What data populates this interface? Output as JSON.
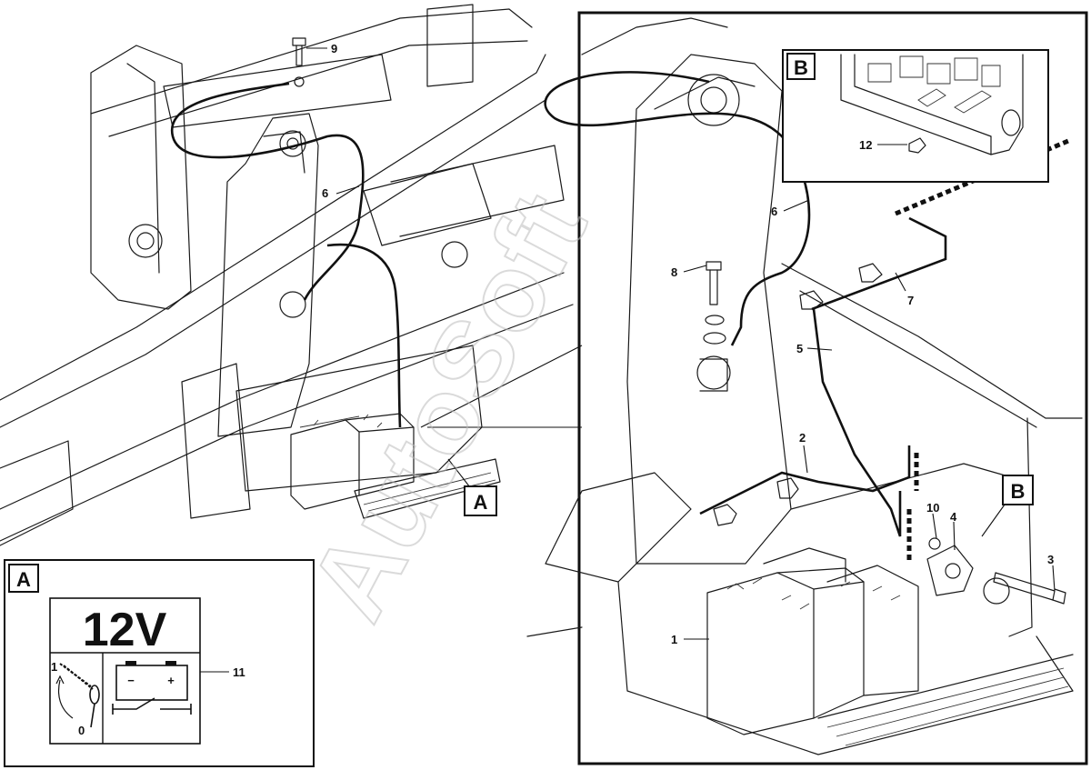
{
  "watermark": "AutoSoft",
  "callouts": {
    "c1": "1",
    "c2": "2",
    "c3": "3",
    "c4": "4",
    "c5": "5",
    "c6_left": "6",
    "c6_right": "6",
    "c7": "7",
    "c8": "8",
    "c9": "9",
    "c10": "10",
    "c11": "11",
    "c12": "12"
  },
  "views": {
    "a_marker": "A",
    "a_panel": "A",
    "b_marker": "B",
    "b_panel": "B"
  },
  "switch_label": {
    "voltage": "12V",
    "pos_on": "1",
    "pos_off": "0",
    "minus": "−",
    "plus": "+"
  }
}
